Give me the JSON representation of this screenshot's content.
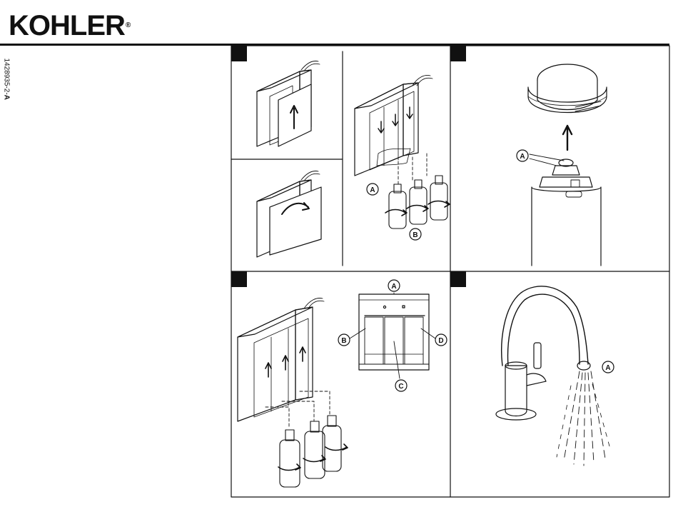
{
  "header": {
    "brand": "KOHLER",
    "registered_mark": "®"
  },
  "document": {
    "number_prefix": "1428935-2-",
    "number_revision": "A"
  },
  "panels": [
    {
      "name": "panel-1",
      "callouts": [
        "A",
        "B"
      ]
    },
    {
      "name": "panel-2",
      "callouts": [
        "A"
      ]
    },
    {
      "name": "panel-3",
      "callouts": [
        "A",
        "B",
        "C",
        "D"
      ]
    },
    {
      "name": "panel-4",
      "callouts": [
        "A"
      ]
    }
  ],
  "colors": {
    "ink": "#111111",
    "paper": "#ffffff",
    "step_marker": "#111111"
  }
}
